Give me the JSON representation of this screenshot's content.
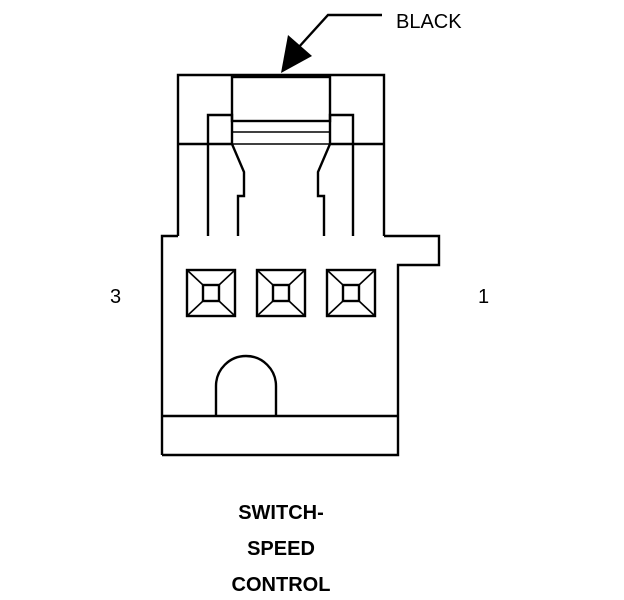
{
  "connector": {
    "color_label": "BLACK",
    "pin_left": "3",
    "pin_right": "1",
    "title_lines": [
      "SWITCH-",
      "SPEED",
      "CONTROL"
    ]
  }
}
